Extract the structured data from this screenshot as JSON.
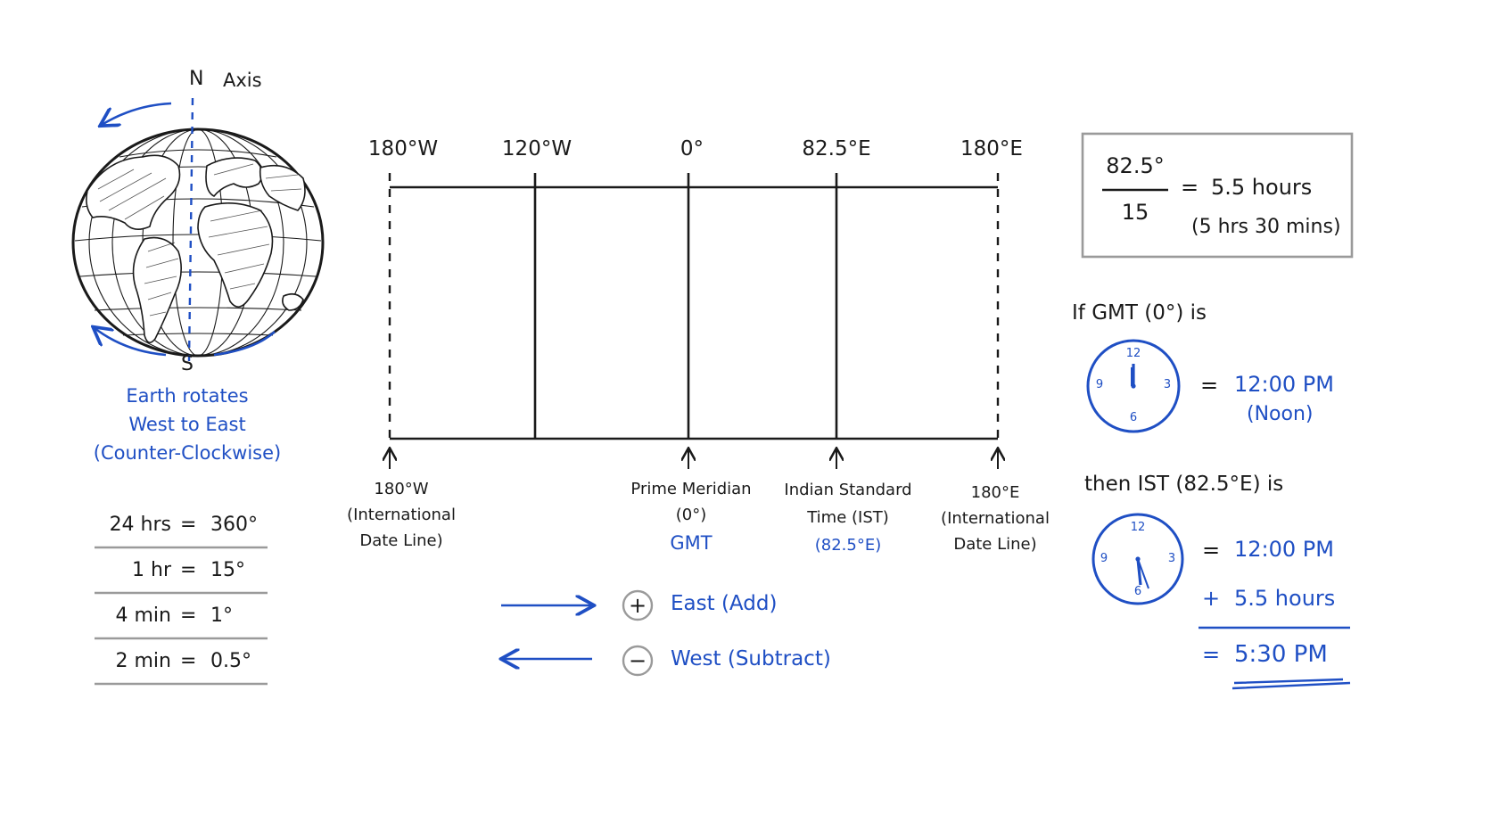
{
  "colors": {
    "ink": "#1a1a1a",
    "accent_blue": "#1f4fc4",
    "frame_gray": "#9a9a9a"
  },
  "globe": {
    "north_label": "N",
    "axis_label": "Axis",
    "south_label": "S",
    "rotation_caption": [
      "Earth rotates",
      "West to East",
      "(Counter-Clockwise)"
    ]
  },
  "conversion_table": [
    {
      "left": "24 hrs",
      "eq": "=",
      "right": "360°"
    },
    {
      "left": "1 hr",
      "eq": "=",
      "right": "15°"
    },
    {
      "left": "4 min",
      "eq": "=",
      "right": "1°"
    },
    {
      "left": "2 min",
      "eq": "=",
      "right": "0.5°"
    }
  ],
  "longitude_chart": {
    "top_labels": [
      "180°W",
      "120°W",
      "0°",
      "82.5°E",
      "180°E"
    ],
    "bottom_labels": {
      "left": [
        "180°W",
        "(International",
        "Date Line)"
      ],
      "prime": [
        "Prime Meridian",
        "(0°)",
        "GMT"
      ],
      "ist": [
        "Indian Standard",
        "Time (IST)",
        "(82.5°E)"
      ],
      "right": [
        "180°E",
        "(International",
        "Date Line)"
      ]
    }
  },
  "direction_legend": {
    "east_symbol": "+",
    "east_label": "East (Add)",
    "west_symbol": "−",
    "west_label": "West (Subtract)"
  },
  "formula_box": {
    "numerator": "82.5°",
    "denominator": "15",
    "equals": "=",
    "result": "5.5 hours",
    "note": "(5 hrs 30 mins)"
  },
  "gmt_clock": {
    "heading": "If GMT (0°) is",
    "numbers": [
      "12",
      "3",
      "6",
      "9"
    ],
    "equals": "=",
    "time": "12:00 PM",
    "note": "(Noon)"
  },
  "ist_clock": {
    "heading": "then IST (82.5°E) is",
    "numbers": [
      "12",
      "3",
      "6",
      "9"
    ],
    "eq1": "=",
    "line1": "12:00 PM",
    "plus": "+",
    "line2": "5.5 hours",
    "eq2": "=",
    "result": "5:30 PM"
  }
}
